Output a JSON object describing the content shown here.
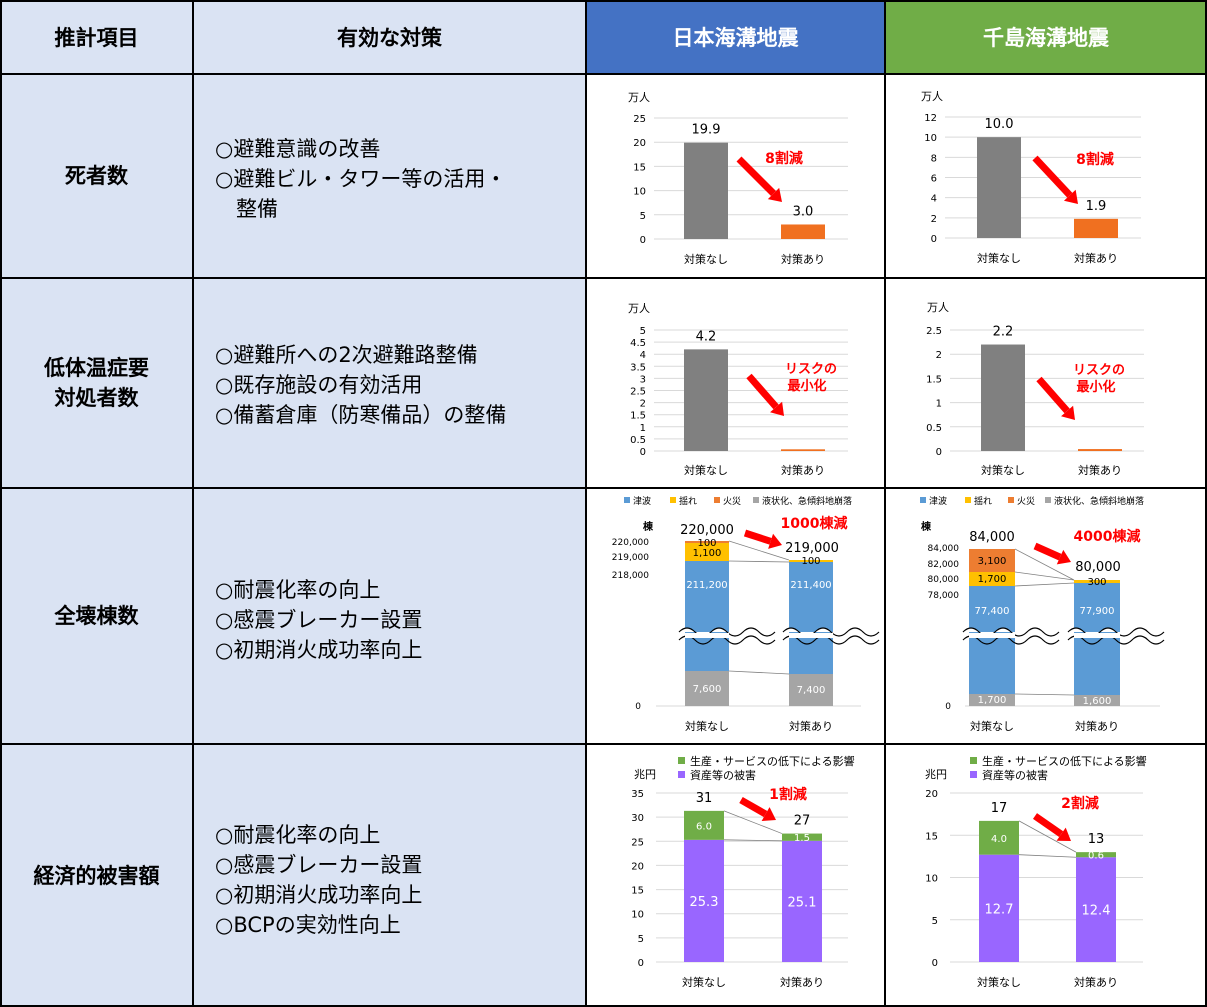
{
  "header": {
    "col1": "推計項目",
    "col2": "有効な対策",
    "col3": "日本海溝地震",
    "col4": "千島海溝地震"
  },
  "colors": {
    "label_bg": "#dae3f3",
    "japan_header": "#4472c4",
    "chishima_header": "#70ad47",
    "bar_gray": "#808080",
    "bar_orange": "#f07020",
    "tsunami_blue": "#5b9bd5",
    "shake_yellow": "#ffc000",
    "fire_orange": "#ed7d31",
    "liquefaction_gray": "#a5a5a5",
    "production_green": "#70ad47",
    "asset_purple": "#9966ff",
    "arrow_red": "#ff0000"
  },
  "rows": [
    {
      "label_lines": [
        "死者数"
      ],
      "measures": [
        "○避難意識の改善",
        "○避難ビル・タワー等の活用・",
        "　整備"
      ]
    },
    {
      "label_lines": [
        "低体温症要",
        "対処者数"
      ],
      "measures": [
        "○避難所への2次避難路整備",
        "○既存施設の有効活用",
        "○備蓄倉庫（防寒備品）の整備"
      ]
    },
    {
      "label_lines": [
        "全壊棟数"
      ],
      "measures": [
        "○耐震化率の向上",
        "○感震ブレーカー設置",
        "○初期消火成功率向上"
      ]
    },
    {
      "label_lines": [
        "経済的被害額"
      ],
      "measures": [
        "○耐震化率の向上",
        "○感震ブレーカー設置",
        "○初期消火成功率向上",
        "○BCPの実効性向上"
      ]
    }
  ],
  "chart_data": [
    {
      "id": "deaths_japan",
      "type": "bar",
      "unit": "万人",
      "categories": [
        "対策なし",
        "対策あり"
      ],
      "values": [
        19.9,
        3.0
      ],
      "value_labels": [
        "19.9",
        "3.0"
      ],
      "ylim": [
        0,
        25
      ],
      "yticks": [
        0,
        5,
        10,
        15,
        20,
        25
      ],
      "annotation": "8割減"
    },
    {
      "id": "deaths_chishima",
      "type": "bar",
      "unit": "万人",
      "categories": [
        "対策なし",
        "対策あり"
      ],
      "values": [
        10.0,
        1.9
      ],
      "value_labels": [
        "10.0",
        "1.9"
      ],
      "ylim": [
        0,
        12
      ],
      "yticks": [
        0,
        2,
        4,
        6,
        8,
        10,
        12
      ],
      "annotation": "8割減"
    },
    {
      "id": "hypothermia_japan",
      "type": "bar",
      "unit": "万人",
      "categories": [
        "対策なし",
        "対策あり"
      ],
      "values": [
        4.2,
        0.07
      ],
      "value_labels": [
        "4.2",
        ""
      ],
      "ylim": [
        0,
        5
      ],
      "yticks": [
        0,
        0.5,
        1,
        1.5,
        2,
        2.5,
        3,
        3.5,
        4,
        4.5,
        5
      ],
      "annotation": "リスクの最小化"
    },
    {
      "id": "hypothermia_chishima",
      "type": "bar",
      "unit": "万人",
      "categories": [
        "対策なし",
        "対策あり"
      ],
      "values": [
        2.2,
        0.04
      ],
      "value_labels": [
        "2.2",
        ""
      ],
      "ylim": [
        0,
        2.5
      ],
      "yticks": [
        0,
        0.5,
        1,
        1.5,
        2,
        2.5
      ],
      "annotation": "リスクの最小化"
    },
    {
      "id": "buildings_japan",
      "type": "bar",
      "stacked": true,
      "broken_axis": true,
      "unit": "棟",
      "categories": [
        "対策なし",
        "対策あり"
      ],
      "legend": [
        "津波",
        "揺れ",
        "火災",
        "液状化、急傾斜地崩落"
      ],
      "series": [
        {
          "name": "液状化、急傾斜地崩落",
          "values": [
            7600,
            7400
          ],
          "labels": [
            "7,600",
            "7,400"
          ]
        },
        {
          "name": "津波",
          "values": [
            211200,
            211400
          ],
          "labels": [
            "211,200",
            "211,400"
          ]
        },
        {
          "name": "揺れ",
          "values": [
            1100,
            100
          ],
          "labels": [
            "1,100",
            "100"
          ]
        },
        {
          "name": "火災",
          "values": [
            100,
            0
          ],
          "labels": [
            "100",
            ""
          ]
        }
      ],
      "totals": [
        "220,000",
        "219,000"
      ],
      "upper_ticks": [
        "220,000",
        "219,000",
        "218,000"
      ],
      "lower_tick": "0",
      "annotation": "1000棟減"
    },
    {
      "id": "buildings_chishima",
      "type": "bar",
      "stacked": true,
      "broken_axis": true,
      "unit": "棟",
      "categories": [
        "対策なし",
        "対策あり"
      ],
      "legend": [
        "津波",
        "揺れ",
        "火災",
        "液状化、急傾斜地崩落"
      ],
      "series": [
        {
          "name": "液状化、急傾斜地崩落",
          "values": [
            1700,
            1600
          ],
          "labels": [
            "1,700",
            "1,600"
          ]
        },
        {
          "name": "津波",
          "values": [
            77400,
            77900
          ],
          "labels": [
            "77,400",
            "77,900"
          ]
        },
        {
          "name": "揺れ",
          "values": [
            1700,
            300
          ],
          "labels": [
            "1,700",
            "300"
          ]
        },
        {
          "name": "火災",
          "values": [
            3100,
            0
          ],
          "labels": [
            "3,100",
            ""
          ]
        }
      ],
      "totals": [
        "84,000",
        "80,000"
      ],
      "upper_ticks": [
        "84,000",
        "82,000",
        "80,000",
        "78,000"
      ],
      "lower_tick": "0",
      "annotation": "4000棟減"
    },
    {
      "id": "economic_japan",
      "type": "bar",
      "stacked": true,
      "unit": "兆円",
      "categories": [
        "対策なし",
        "対策あり"
      ],
      "legend": [
        "生産・サービスの低下による影響",
        "資産等の被害"
      ],
      "series": [
        {
          "name": "資産等の被害",
          "values": [
            25.3,
            25.1
          ],
          "labels": [
            "25.3",
            "25.1"
          ]
        },
        {
          "name": "生産・サービスの低下による影響",
          "values": [
            6.0,
            1.5
          ],
          "labels": [
            "6.0",
            "1.5"
          ]
        }
      ],
      "totals": [
        "31",
        "27"
      ],
      "ylim": [
        0,
        35
      ],
      "yticks": [
        0,
        5,
        10,
        15,
        20,
        25,
        30,
        35
      ],
      "annotation": "1割減"
    },
    {
      "id": "economic_chishima",
      "type": "bar",
      "stacked": true,
      "unit": "兆円",
      "categories": [
        "対策なし",
        "対策あり"
      ],
      "legend": [
        "生産・サービスの低下による影響",
        "資産等の被害"
      ],
      "series": [
        {
          "name": "資産等の被害",
          "values": [
            12.7,
            12.4
          ],
          "labels": [
            "12.7",
            "12.4"
          ]
        },
        {
          "name": "生産・サービスの低下による影響",
          "values": [
            4.0,
            0.6
          ],
          "labels": [
            "4.0",
            "0.6"
          ]
        }
      ],
      "totals": [
        "17",
        "13"
      ],
      "ylim": [
        0,
        20
      ],
      "yticks": [
        0,
        5,
        10,
        15,
        20
      ],
      "annotation": "2割減"
    }
  ]
}
